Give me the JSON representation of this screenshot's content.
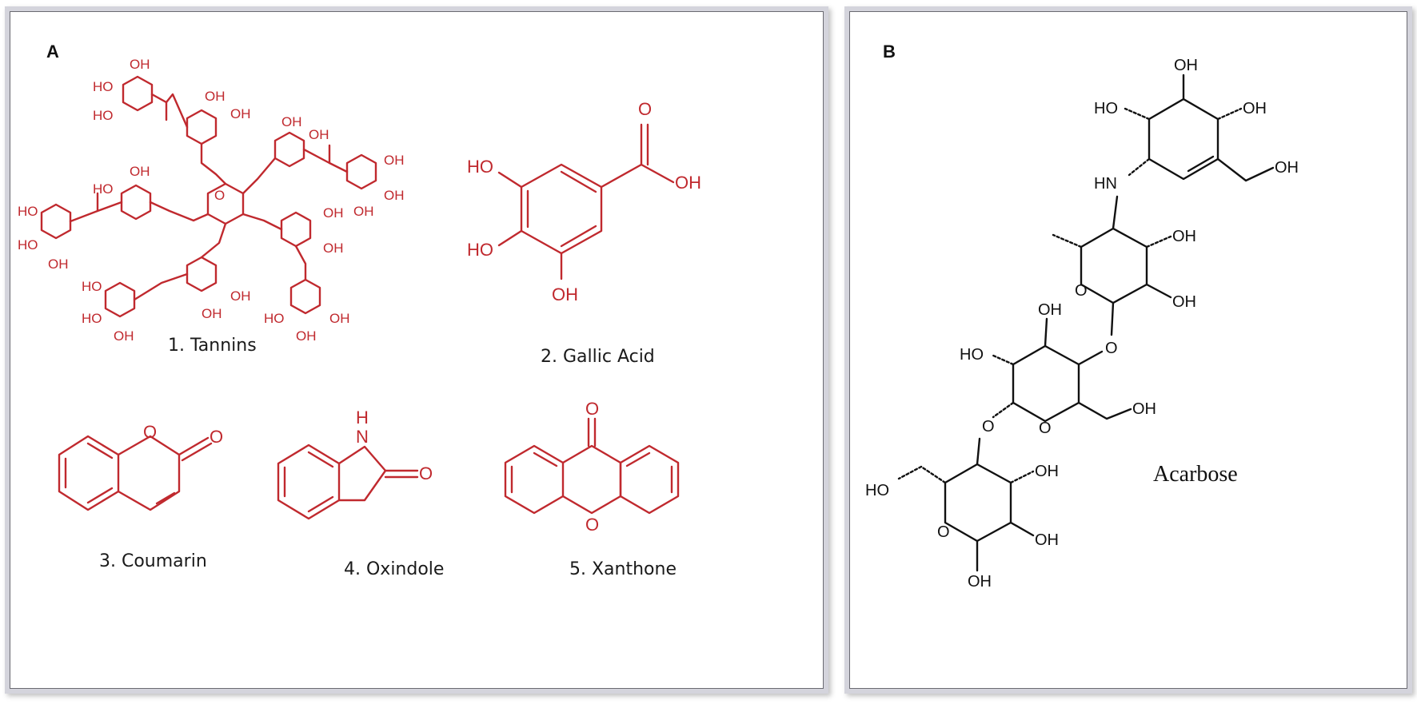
{
  "panel_a": {
    "label": "A",
    "compounds": [
      {
        "caption": "1. Tannins"
      },
      {
        "caption": "2. Gallic Acid"
      },
      {
        "caption": "3. Coumarin"
      },
      {
        "caption": "4. Oxindole"
      },
      {
        "caption": "5. Xanthone"
      }
    ],
    "structure_color": "#c0292e"
  },
  "panel_b": {
    "label": "B",
    "compound_name": "Acarbose",
    "structure_color": "#111111"
  },
  "atoms": {
    "oh": "OH",
    "ho": "HO",
    "o": "O",
    "h": "H",
    "n": "N",
    "hn": "HN"
  }
}
